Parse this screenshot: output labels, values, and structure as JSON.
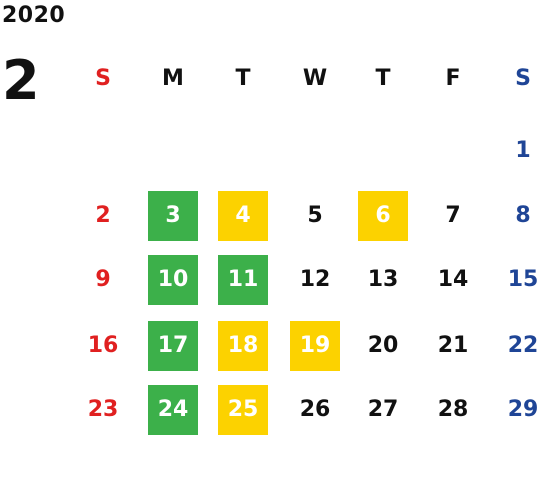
{
  "calendar": {
    "year": "2020",
    "month": "2",
    "weekdays": [
      "S",
      "M",
      "T",
      "W",
      "T",
      "F",
      "S"
    ],
    "weeks": [
      [
        "",
        "",
        "",
        "",
        "",
        "",
        "1"
      ],
      [
        "2",
        "3",
        "4",
        "5",
        "6",
        "7",
        "8"
      ],
      [
        "9",
        "10",
        "11",
        "12",
        "13",
        "14",
        "15"
      ],
      [
        "16",
        "17",
        "18",
        "19",
        "20",
        "21",
        "22"
      ],
      [
        "23",
        "24",
        "25",
        "26",
        "27",
        "28",
        "29"
      ]
    ],
    "highlights": {
      "green": [
        "3",
        "10",
        "11",
        "17",
        "24"
      ],
      "yellow": [
        "4",
        "6",
        "18",
        "19",
        "25"
      ]
    },
    "colors": {
      "sunday": "#e02020",
      "saturday": "#1f4596",
      "weekday": "#111111",
      "green_highlight": "#3cb04a",
      "yellow_highlight": "#fcd200"
    }
  }
}
